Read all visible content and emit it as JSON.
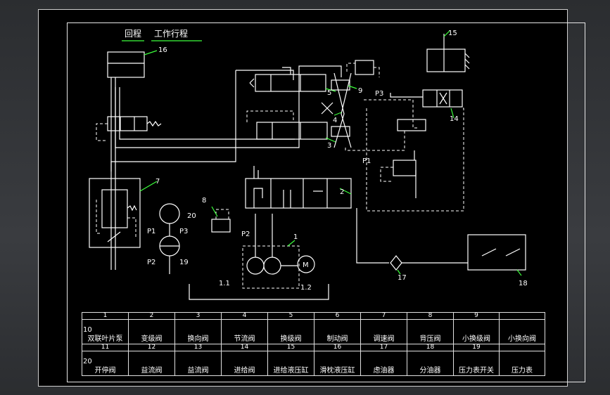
{
  "drawing": {
    "title_left": "回程",
    "title_right": "工作行程",
    "callouts": [
      "16",
      "15",
      "5",
      "9",
      "4",
      "3",
      "14",
      "2",
      "7",
      "8",
      "20",
      "1",
      "18",
      "17",
      "19"
    ],
    "port_labels": {
      "p1_left": "P1",
      "p2_left": "P2",
      "p3_left": "P3",
      "p2_mid": "P2",
      "p3_top": "P3",
      "p1_right": "P1"
    },
    "pump_labels": {
      "a": "1.1",
      "b": "1.2",
      "motor": "M"
    }
  },
  "parts_table": {
    "row1_numbers": [
      "1",
      "2",
      "3",
      "4",
      "5",
      "6",
      "7",
      "8",
      "9"
    ],
    "row1_names": [
      "双联叶片泵",
      "变级阀",
      "换向阀",
      "节流阀",
      "换级阀",
      "制动阀",
      "调速阀",
      "背压阀",
      "小换级阀",
      "小换向阀"
    ],
    "row1_lead": "10",
    "row2_numbers": [
      "11",
      "12",
      "13",
      "14",
      "15",
      "16",
      "17",
      "18",
      "19"
    ],
    "row2_names": [
      "开停阀",
      "益流阀",
      "益流阀",
      "进给阀",
      "进给液压缸",
      "滑枕液压缸",
      "虑油器",
      "分油器",
      "压力表开关",
      "压力表"
    ],
    "row2_lead": "20"
  }
}
